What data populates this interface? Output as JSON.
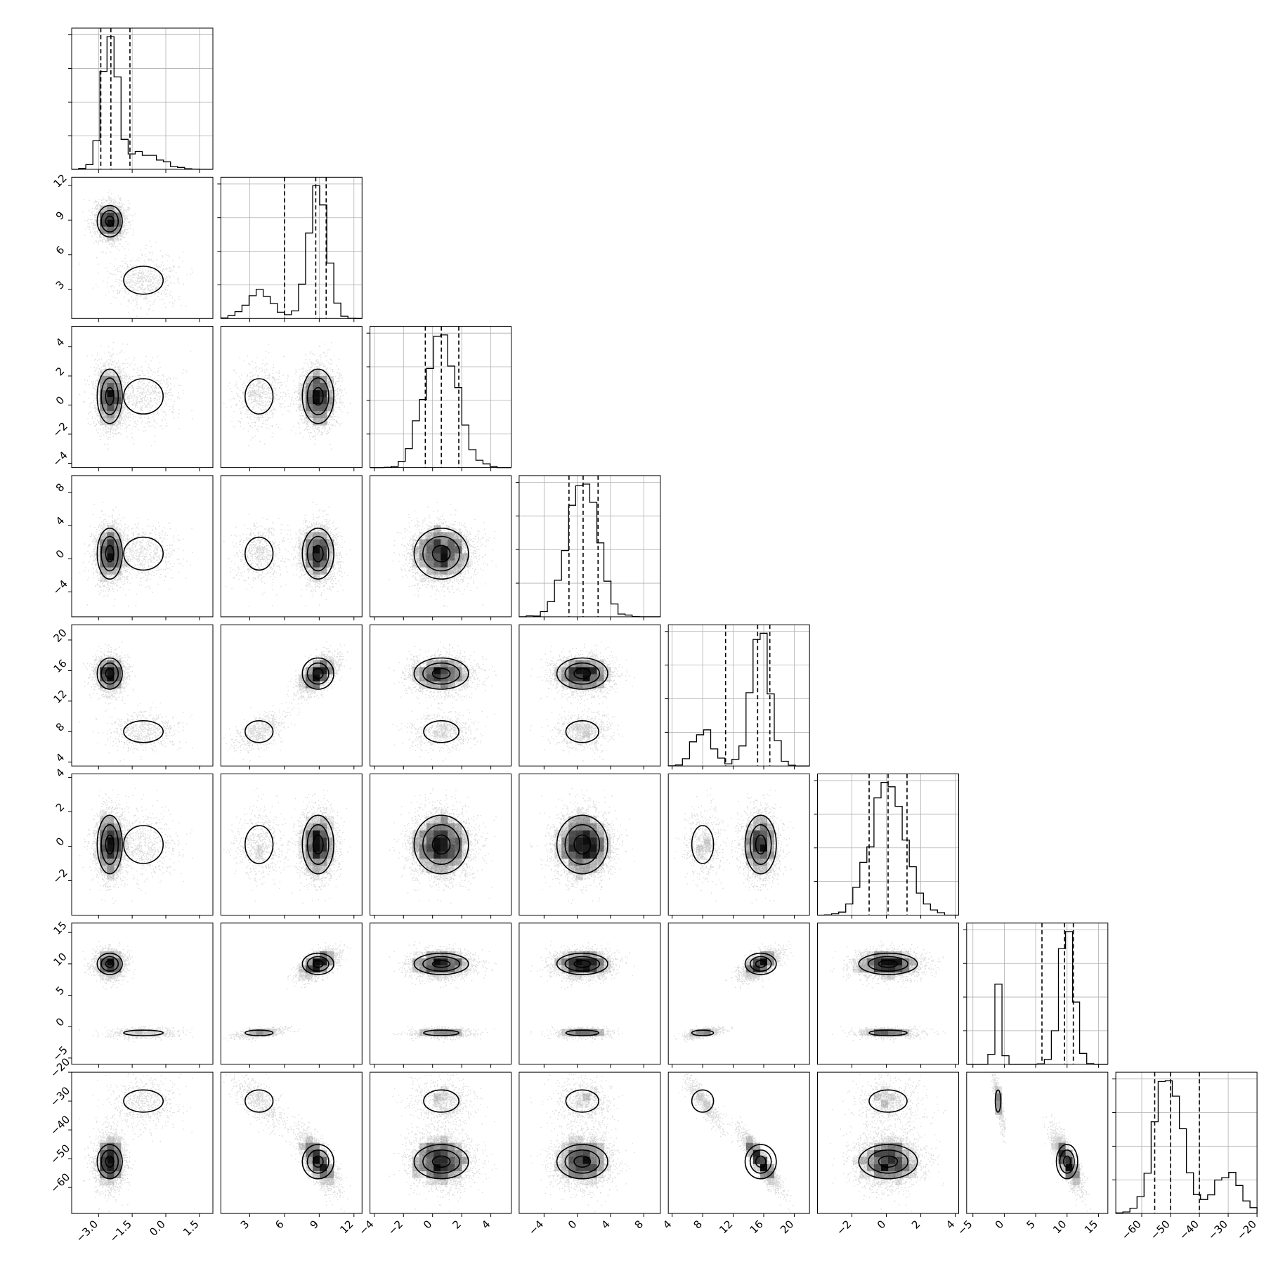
{
  "chart_data": {
    "type": "corner",
    "title": "",
    "n_params": 8,
    "colors": {
      "line": "#000000",
      "grid": "#b0b0b0",
      "points": "#bdbdbd",
      "density": "#000000"
    },
    "grid": true,
    "params": [
      {
        "range": [
          -4.2,
          2.1
        ],
        "ticks": [
          -3.0,
          -1.5,
          0.0,
          1.5
        ],
        "tick_labels": [
          "−3.0",
          "−1.5",
          "0.0",
          "1.5"
        ],
        "quantiles": [
          -2.9,
          -2.45,
          -1.6
        ],
        "modes": [
          {
            "w": 0.72,
            "mu": -2.5,
            "sd": 0.33
          },
          {
            "w": 0.28,
            "mu": -1.0,
            "sd": 0.8
          }
        ]
      },
      {
        "range": [
          0.5,
          12.7
        ],
        "ticks": [
          3,
          6,
          9,
          12
        ],
        "tick_labels": [
          "3",
          "6",
          "9",
          "12"
        ],
        "quantiles": [
          6.0,
          8.7,
          9.6
        ],
        "modes": [
          {
            "w": 0.78,
            "mu": 8.9,
            "sd": 0.8
          },
          {
            "w": 0.22,
            "mu": 3.8,
            "sd": 1.1
          }
        ]
      },
      {
        "range": [
          -4.3,
          5.4
        ],
        "ticks": [
          -4,
          -2,
          0,
          2,
          4
        ],
        "tick_labels": [
          "−4",
          "−2",
          "0",
          "2",
          "4"
        ],
        "quantiles": [
          -0.5,
          0.6,
          1.8
        ],
        "modes": [
          {
            "w": 1.0,
            "mu": 0.6,
            "sd": 1.1
          }
        ]
      },
      {
        "range": [
          -7.0,
          10.0
        ],
        "ticks": [
          -4,
          0,
          4,
          8
        ],
        "tick_labels": [
          "−4",
          "0",
          "4",
          "8"
        ],
        "quantiles": [
          -1.0,
          0.7,
          2.5
        ],
        "modes": [
          {
            "w": 1.0,
            "mu": 0.6,
            "sd": 1.8
          }
        ]
      },
      {
        "range": [
          3.5,
          22.0
        ],
        "ticks": [
          4,
          8,
          12,
          16,
          20
        ],
        "tick_labels": [
          "4",
          "8",
          "12",
          "16",
          "20"
        ],
        "quantiles": [
          11.0,
          15.2,
          16.8
        ],
        "modes": [
          {
            "w": 0.78,
            "mu": 15.6,
            "sd": 1.2
          },
          {
            "w": 0.22,
            "mu": 8.0,
            "sd": 1.3
          }
        ]
      },
      {
        "range": [
          -4.0,
          4.2
        ],
        "ticks": [
          -2,
          0,
          2,
          4
        ],
        "tick_labels": [
          "−2",
          "0",
          "2",
          "4"
        ],
        "quantiles": [
          -1.0,
          0.1,
          1.2
        ],
        "modes": [
          {
            "w": 1.0,
            "mu": 0.1,
            "sd": 1.0
          }
        ]
      },
      {
        "range": [
          -6.0,
          16.5
        ],
        "ticks": [
          -5,
          0,
          5,
          10,
          15
        ],
        "tick_labels": [
          "−5",
          "0",
          "5",
          "10",
          "15"
        ],
        "quantiles": [
          6.0,
          9.6,
          11.0
        ],
        "modes": [
          {
            "w": 0.78,
            "mu": 10.0,
            "sd": 1.0
          },
          {
            "w": 0.22,
            "mu": -1.0,
            "sd": 0.4
          }
        ]
      },
      {
        "range": [
          -69.0,
          -20.0
        ],
        "ticks": [
          -60,
          -50,
          -40,
          -30,
          -20
        ],
        "tick_labels": [
          "−60",
          "−50",
          "−40",
          "−30",
          "−20"
        ],
        "quantiles": [
          -55.5,
          -50.0,
          -40.0
        ],
        "modes": [
          {
            "w": 0.78,
            "mu": -51.0,
            "sd": 3.5
          },
          {
            "w": 0.22,
            "mu": -30.0,
            "sd": 3.5
          }
        ]
      }
    ],
    "correlations": [
      {
        "i": 4,
        "j": 1,
        "rho": 0.55
      },
      {
        "i": 6,
        "j": 1,
        "rho": 0.45
      },
      {
        "i": 6,
        "j": 4,
        "rho": 0.45
      },
      {
        "i": 7,
        "j": 1,
        "rho": -0.5
      },
      {
        "i": 7,
        "j": 4,
        "rho": -0.85
      },
      {
        "i": 7,
        "j": 6,
        "rho": -0.4
      }
    ]
  }
}
